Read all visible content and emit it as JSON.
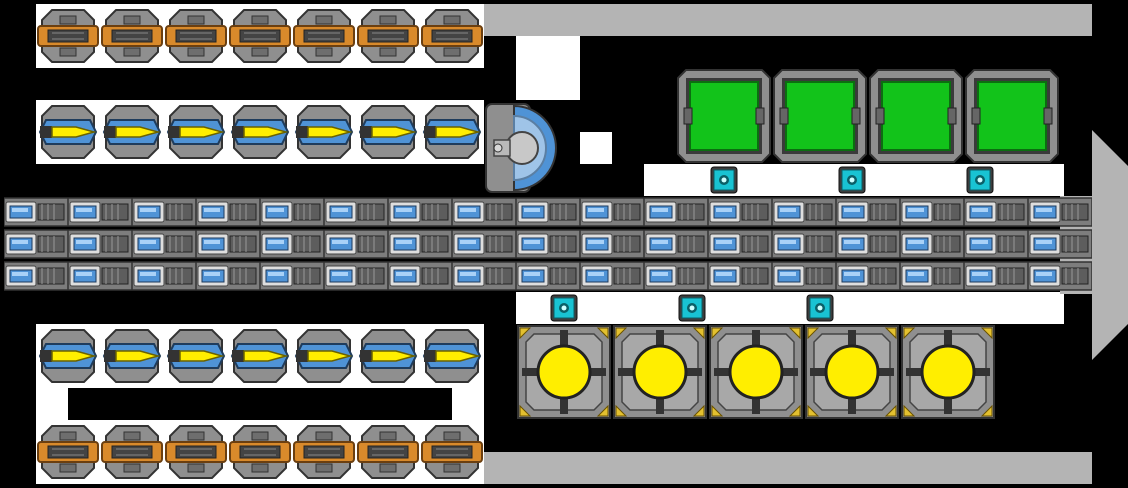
{
  "colors": {
    "background": "#000000",
    "structure_white": "#ffffff",
    "hull_gray": "#b4b4b4",
    "module_gray": "#8f8f8f",
    "dark_gray": "#555555",
    "copper": "#d98a2b",
    "blue_trim": "#4f93d6",
    "yellow_core": "#ffee00",
    "green_tank": "#12c31a",
    "cyan_connector": "#19c3d3"
  },
  "icons": {
    "thruster_row_top": "copper-thruster-icon",
    "gun_row_top": "yellow-gun-icon",
    "cockpit": "cockpit-dome-icon",
    "storage": "green-storage-icon",
    "reactor": "yellow-reactor-icon",
    "connector": "cyan-connector-icon",
    "engine_block": "blue-engine-icon"
  },
  "layout_counts": {
    "top_thrusters": 7,
    "top_guns": 7,
    "bottom_guns": 7,
    "bottom_thrusters": 7,
    "green_modules": 4,
    "reactors": 5,
    "engine_columns": 17,
    "engine_rows": 3,
    "top_connectors": 3,
    "bottom_connectors": 3
  }
}
